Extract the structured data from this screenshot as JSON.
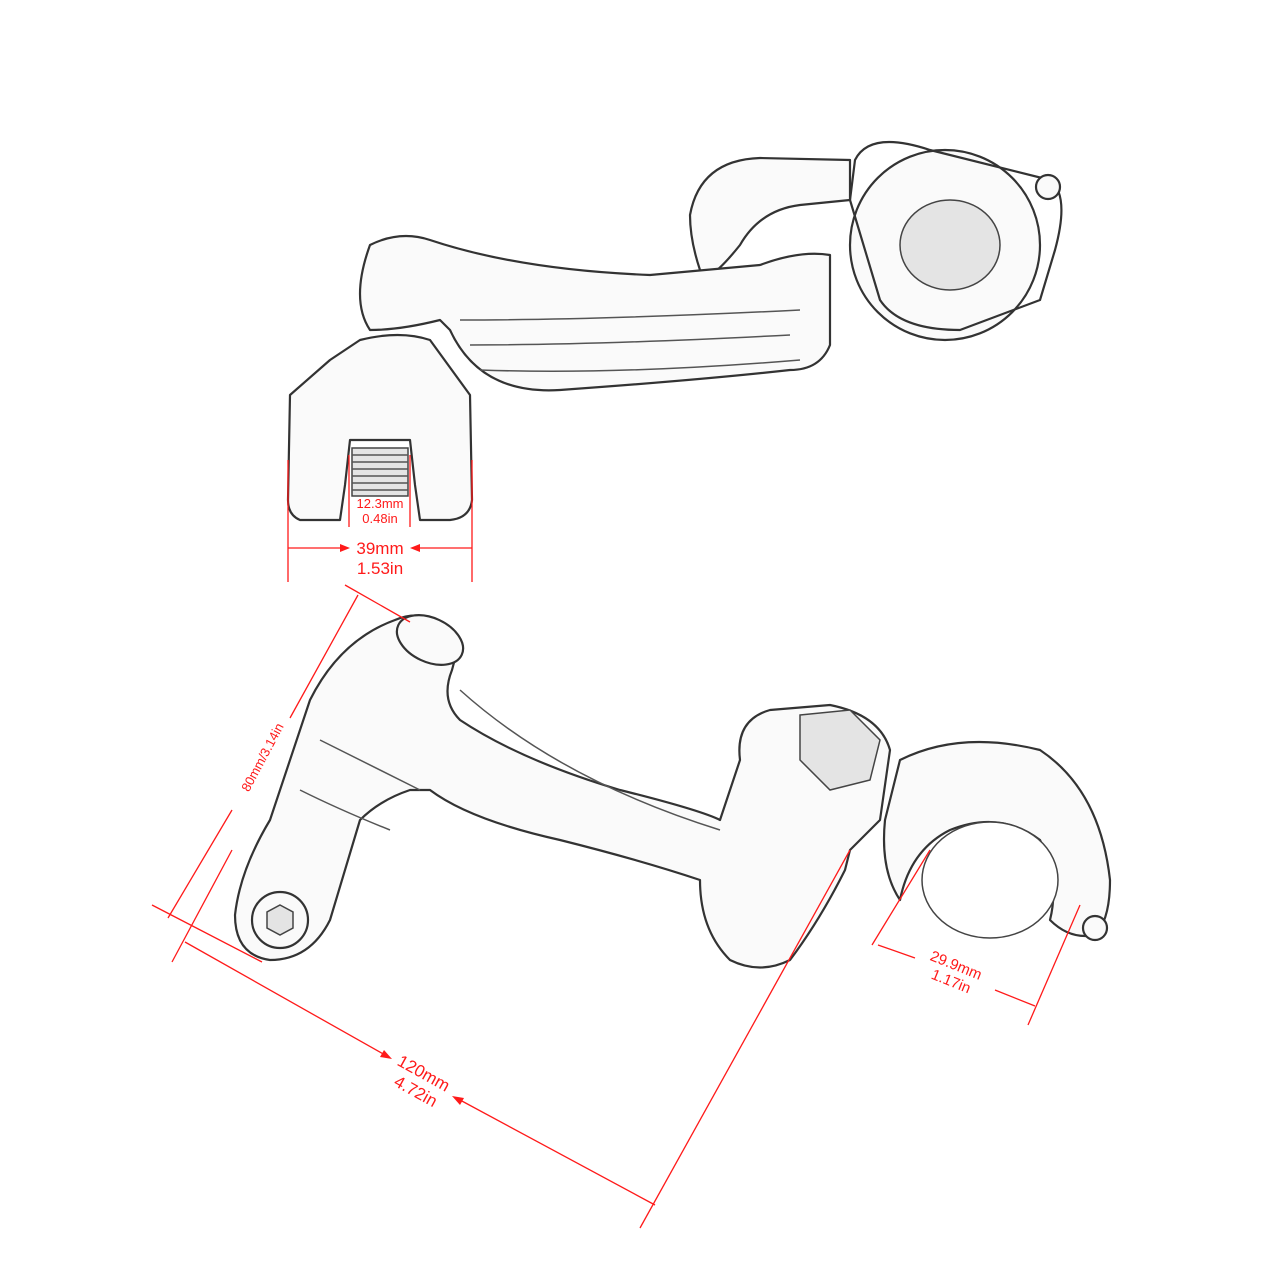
{
  "dimensions": {
    "thread": {
      "metric": "12.3mm",
      "imperial": "0.48in"
    },
    "clamp_width": {
      "metric": "39mm",
      "imperial": "1.53in"
    },
    "height": {
      "label": "80mm/3.14in"
    },
    "clamp_diameter": {
      "metric": "29.9mm",
      "imperial": "1.17in"
    },
    "length": {
      "metric": "120mm",
      "imperial": "4.72in"
    }
  },
  "colors": {
    "dimension": "#ff1a1a",
    "line_art": "#333333"
  }
}
